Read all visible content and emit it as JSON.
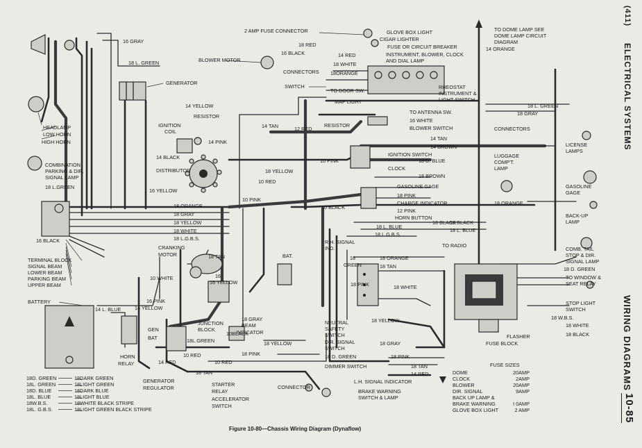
{
  "side": {
    "page_number": "(411)",
    "section": "ELECTRICAL SYSTEMS",
    "chapter": "WIRING DIAGRAMS",
    "figure_page": "10-85"
  },
  "caption": "Figure 10-80—Chassis Wiring Diagram (Dynaflow)",
  "labels": {
    "gray16": "16 GRAY",
    "lgreen18a": "18 L. GREEN",
    "generator": "GENERATOR",
    "headlamp": "HEADLAMP",
    "low_horn": "LOW HORN",
    "high_horn": "HIGH HORN",
    "combo1": "COMBINATION",
    "combo2": "PARKING & DIR.",
    "combo3": "SIGNAL LAMP",
    "lgreen18b": "18 L.GREEN",
    "black16": "16 BLACK",
    "terminal_block": "TERMINAL BLOCK",
    "signal_beam": "SIGNAL BEAM",
    "lower_beam": "LOWER BEAM",
    "parking_beam": "PARKING BEAM",
    "upper_beam": "UPPER BEAM",
    "battery": "BATTERY",
    "fuse2": "2 AMP FUSE CONNECTOR",
    "red18": "18 RED",
    "black16b": "16 BLACK",
    "blower_motor": "BLOWER MOTOR",
    "red14": "14 RED",
    "white18": "18 WHITE",
    "orange18": "18ORANGE",
    "connectors": "CONNECTORS",
    "switch": "SWITCH",
    "to_door_sw": "TO DOOR SW.",
    "map_light": "MAP LIGHT",
    "glove_box_light": "GLOVE BOX LIGHT",
    "cigar_lighter": "CIGAR LIGHTER",
    "fuse_breaker": "FUSE OR CIRCUIT BREAKER",
    "instr1": "INSTRUMENT, BLOWER, CLOCK",
    "instr2": "AND DIAL LAMP",
    "rheostat": "RHEOSTAT",
    "instr_sw1": "INSTRUMENT &",
    "instr_sw2": "LIGHT SWITCH",
    "to_antenna": "TO ANTENNA SW.",
    "dome1": "TO DOME LAMP SEE",
    "dome2": "DOME LAMP CIRCUIT",
    "dome3": "DIAGRAM",
    "orange14": "14 ORANGE",
    "yellow14": "14 YELLOW",
    "resistor": "RESISTOR",
    "ign_coil1": "IGNITION",
    "ign_coil2": "COIL",
    "pink14": "14 PINK",
    "black14": "14 BLACK",
    "distributor": "DISTRIBUTOR",
    "yellow16": "16 YELLOW",
    "tan14": "14 TAN",
    "red12": "12 RED",
    "resistor2": "RESISTOR",
    "white16": "16 WHITE",
    "blower_switch": "BLOWER SWITCH",
    "tan14b": "14 TAN",
    "brown14": "14 BROWN",
    "ign_switch": "IGNITION SWITCH",
    "pink10": "10 PINK",
    "dblue18": "18 D. BLUE",
    "clock": "CLOCK",
    "yellow18": "18 YELLOW",
    "red10": "10 RED",
    "brown18": "18 BROWN",
    "gas_gage": "GASOLINE GAGE",
    "pink18": "18 PINK",
    "charge_ind": "CHARGE INDICATOR",
    "pink10b": "10 PINK",
    "black10": "10 BLACK",
    "pink12": "12 PINK",
    "horn_button": "HORN BUTTON",
    "orange18b": "18 ORANGE",
    "gray18": "18 GRAY",
    "yellow18b": "18 YELLOW",
    "white18b": "18  WHITE",
    "lgbs18": "18 L.G.B.S.",
    "cranking1": "CRANKING",
    "cranking2": "MOTOR",
    "tan18": "18 TAN",
    "white10": "10 WHITE",
    "yellow16b": "16 YELLOW",
    "pink16": "16 PINK",
    "lblue14": "14 L. BLUE",
    "yellow14b": "14 YELLOW",
    "junction1": "JUNCTION",
    "junction2": "BLOCK",
    "gen": "GEN",
    "bat": "BAT",
    "lgreen18c": "18L.GREEN",
    "black10b": "10BLACK",
    "red10b": "10 RED",
    "red14b": "14 RED",
    "horn_relay1": "HORN",
    "horn_relay2": "RELAY",
    "red10c": "10 RED",
    "tan18b": "18 TAN",
    "gray18b1": "18 GRAY",
    "gray18b2": "BEAM",
    "gray18b3": "INDICATOR",
    "yellow18c": "18 YELLOW",
    "pink18b": "18 PINK",
    "gen_reg1": "GENERATOR",
    "gen_reg2": "REGULATOR",
    "starter1": "STARTER",
    "starter2": "RELAY",
    "accel1": "ACCELERATOR",
    "accel2": "SWITCH",
    "connector": "CONNECTOR",
    "bat2": "BAT.",
    "rh_sig1": "R.H. SIGNAL",
    "rh_sig2": "IND.",
    "green18": "18",
    "green18b": "GREEN",
    "orange18c": "18 ORANGE",
    "tan18c": "18 TAN",
    "pink18c": "18 PINK",
    "white18c": "18 WHITE",
    "yellow18d": "18 YELLOW",
    "neutral1": "NEUTRAL",
    "neutral2": "SAFETY",
    "neutral3": "SWITCH",
    "dir_sig1": "DIR. SIGNAL",
    "dir_sig2": "SWITCH",
    "gray18c": "18 GRAY",
    "dgreen18": "18 D. GREEN",
    "pink18d": "18 PINK",
    "dimmer": "DIMMER SWITCH",
    "tan18d": "18 TAN",
    "red14c": "14 RED",
    "lh_sig": "L.H. SIGNAL INDICATOR",
    "brake1": "BRAKE WARNING",
    "brake2": "SWITCH & LAMP",
    "black18": "18 BLACK",
    "lblue18": "18 L. BLUE",
    "black18b": "18 BLACK",
    "lblue18b": "18 L. BLUE",
    "lgbs18b": "18 L.G.B.S.",
    "to_radio": "TO RADIO",
    "lgreen18d": "18 L. GREEN",
    "gray18d": "18 GRAY",
    "connectors2": "CONNECTORS",
    "luggage1": "LUGGAGE",
    "luggage2": "COMP'T.",
    "luggage3": "LAMP",
    "orange18d": "18 ORANGE",
    "license1": "LICENSE",
    "license2": "LAMPS",
    "gas_gage2_1": "GASOLINE",
    "gas_gage2_2": "GAGE",
    "backup1": "BACK-UP",
    "backup2": "LAMP",
    "comb_tail1": "COMB. TAIL",
    "comb_tail2": "STOP & DIR.",
    "comb_tail3": "SIGNAL LAMP",
    "dgreen18b": "18 D. GREEN",
    "to_window1": "TO WINDOW &",
    "to_window2": "SEAT RELAY",
    "stop_light1": "STOP LIGHT",
    "stop_light2": "SWITCH",
    "wbs18": "18 W.B.S.",
    "white18d": "18 WHITE",
    "black18c": "18 BLACK",
    "flasher": "FLASHER",
    "fuse_block": "FUSE BLOCK"
  },
  "legend": [
    {
      "abbr": "18D. GREEN",
      "full": "18DARK  GREEN"
    },
    {
      "abbr": "18L. GREEN",
      "full": "18LIGHT  GREEN"
    },
    {
      "abbr": "18D. BLUE",
      "full": "18DARK  BLUE"
    },
    {
      "abbr": "18L. BLUE",
      "full": "18LIGHT  BLUE"
    },
    {
      "abbr": "18W.B.S.",
      "full": "18WHITE  BLACK  STRIPE"
    },
    {
      "abbr": "18L. G.B.S.",
      "full": "18LIGHT  GREEN  BLACK  STRIPE"
    }
  ],
  "fuse_sizes": {
    "title": "FUSE  SIZES",
    "rows": [
      {
        "name": "DOME",
        "value": "20AMP"
      },
      {
        "name": "CLOCK",
        "value": "2AMP"
      },
      {
        "name": "BLOWER",
        "value": "20AMP"
      },
      {
        "name": "DIR. SIGNAL",
        "value": "9AMP"
      },
      {
        "name": "BACK UP LAMP &",
        "value": ""
      },
      {
        "name": "BRAKE WARNING",
        "value": "I 0AMP"
      },
      {
        "name": "GLOVE BOX LIGHT",
        "value": "2 AMP"
      }
    ]
  }
}
